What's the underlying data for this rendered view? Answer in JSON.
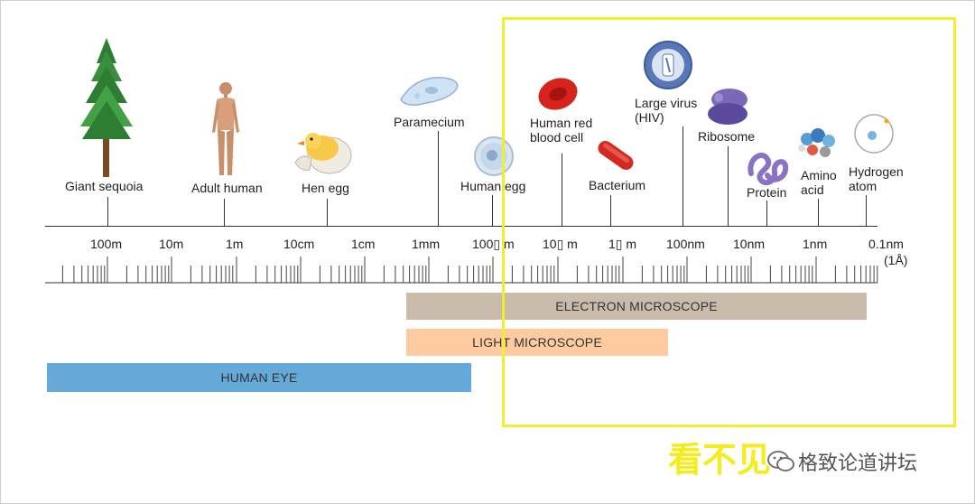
{
  "objects": [
    {
      "label": "Giant sequoia",
      "icon": "tree-icon"
    },
    {
      "label": "Adult human",
      "icon": "human-figure-icon"
    },
    {
      "label": "Hen egg",
      "icon": "chick-in-egg-icon"
    },
    {
      "label": "Paramecium",
      "icon": "paramecium-icon"
    },
    {
      "label": "Human egg",
      "icon": "human-egg-cell-icon"
    },
    {
      "label": "Human red\nblood cell",
      "icon": "red-blood-cell-icon"
    },
    {
      "label": "Bacterium",
      "icon": "bacterium-icon"
    },
    {
      "label": "Large virus\n(HIV)",
      "icon": "virus-icon"
    },
    {
      "label": "Ribosome",
      "icon": "ribosome-icon"
    },
    {
      "label": "Protein",
      "icon": "protein-icon"
    },
    {
      "label": "Amino\nacid",
      "icon": "amino-acid-icon"
    },
    {
      "label": "Hydrogen\natom",
      "icon": "atom-icon"
    }
  ],
  "scale": {
    "tick_labels": [
      "100m",
      "10m",
      "1m",
      "10cm",
      "1cm",
      "1mm",
      "100▯ m",
      "10▯ m",
      "1▯ m",
      "100nm",
      "10nm",
      "1nm",
      "0.1nm"
    ],
    "last_tick_note": "(1Å)"
  },
  "ranges": [
    {
      "label": "ELECTRON MICROSCOPE",
      "color": "#c9bcaa"
    },
    {
      "label": "LIGHT MICROSCOPE",
      "color": "#fccca0"
    },
    {
      "label": "HUMAN EYE",
      "color": "#64a9d8"
    }
  ],
  "watermark": {
    "chinese_text": "看不见",
    "account": "格致论道讲坛",
    "icon": "wechat-icon"
  },
  "colors": {
    "highlight": "#f1ee2a",
    "axis": "#333333"
  }
}
